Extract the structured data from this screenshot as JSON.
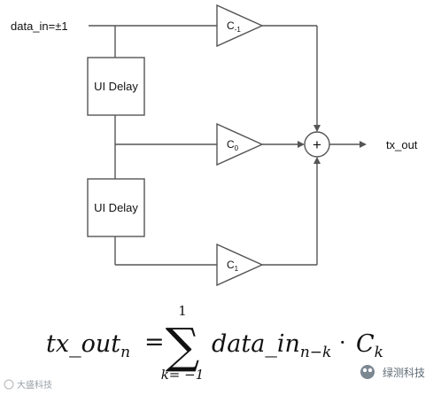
{
  "diagram": {
    "input_label": "data_in=±1",
    "delay1_label": "UI Delay",
    "delay2_label": "UI Delay",
    "tap_minus1": {
      "base": "C",
      "sub": "-1"
    },
    "tap_0": {
      "base": "C",
      "sub": "0"
    },
    "tap_1": {
      "base": "C",
      "sub": "1"
    },
    "adder_symbol": "+",
    "output_label": "tx_out"
  },
  "formula": {
    "lhs": "tx_out",
    "lhs_sub": "n",
    "equals": "=",
    "sum_upper": "1",
    "sum_lower": "k= −1",
    "sigma": "∑",
    "term1": "data_in",
    "term1_sub": "n−k",
    "dot": "·",
    "term2": "C",
    "term2_sub": "k"
  },
  "watermarks": {
    "left": "大盛科技",
    "right": "绿测科技"
  }
}
